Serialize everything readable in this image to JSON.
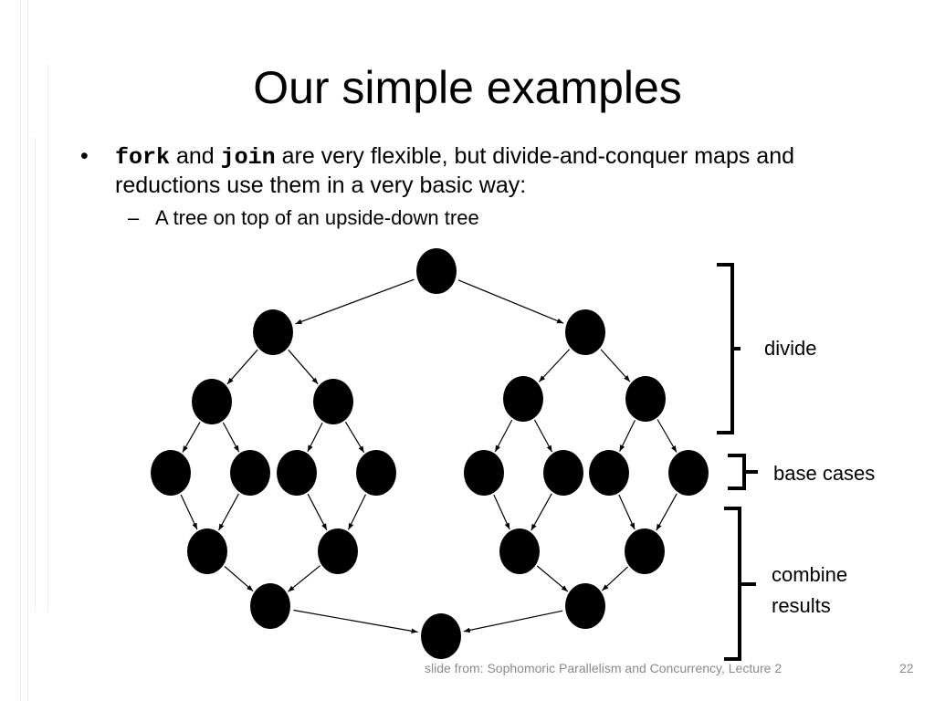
{
  "slide": {
    "title": "Our simple examples",
    "bullet": {
      "code1": "fork",
      "text1": " and ",
      "code2": "join",
      "text2": " are very flexible, but divide-and-conquer maps and reductions use them in a very basic way:"
    },
    "sub_bullet": "A tree on top of an upside-down tree",
    "brackets": {
      "divide": "divide",
      "base_cases": "base cases",
      "combine_line1": "combine",
      "combine_line2": "results"
    },
    "footer": "slide from: Sophomoric Parallelism and Concurrency, Lecture 2",
    "page_number": "22"
  }
}
